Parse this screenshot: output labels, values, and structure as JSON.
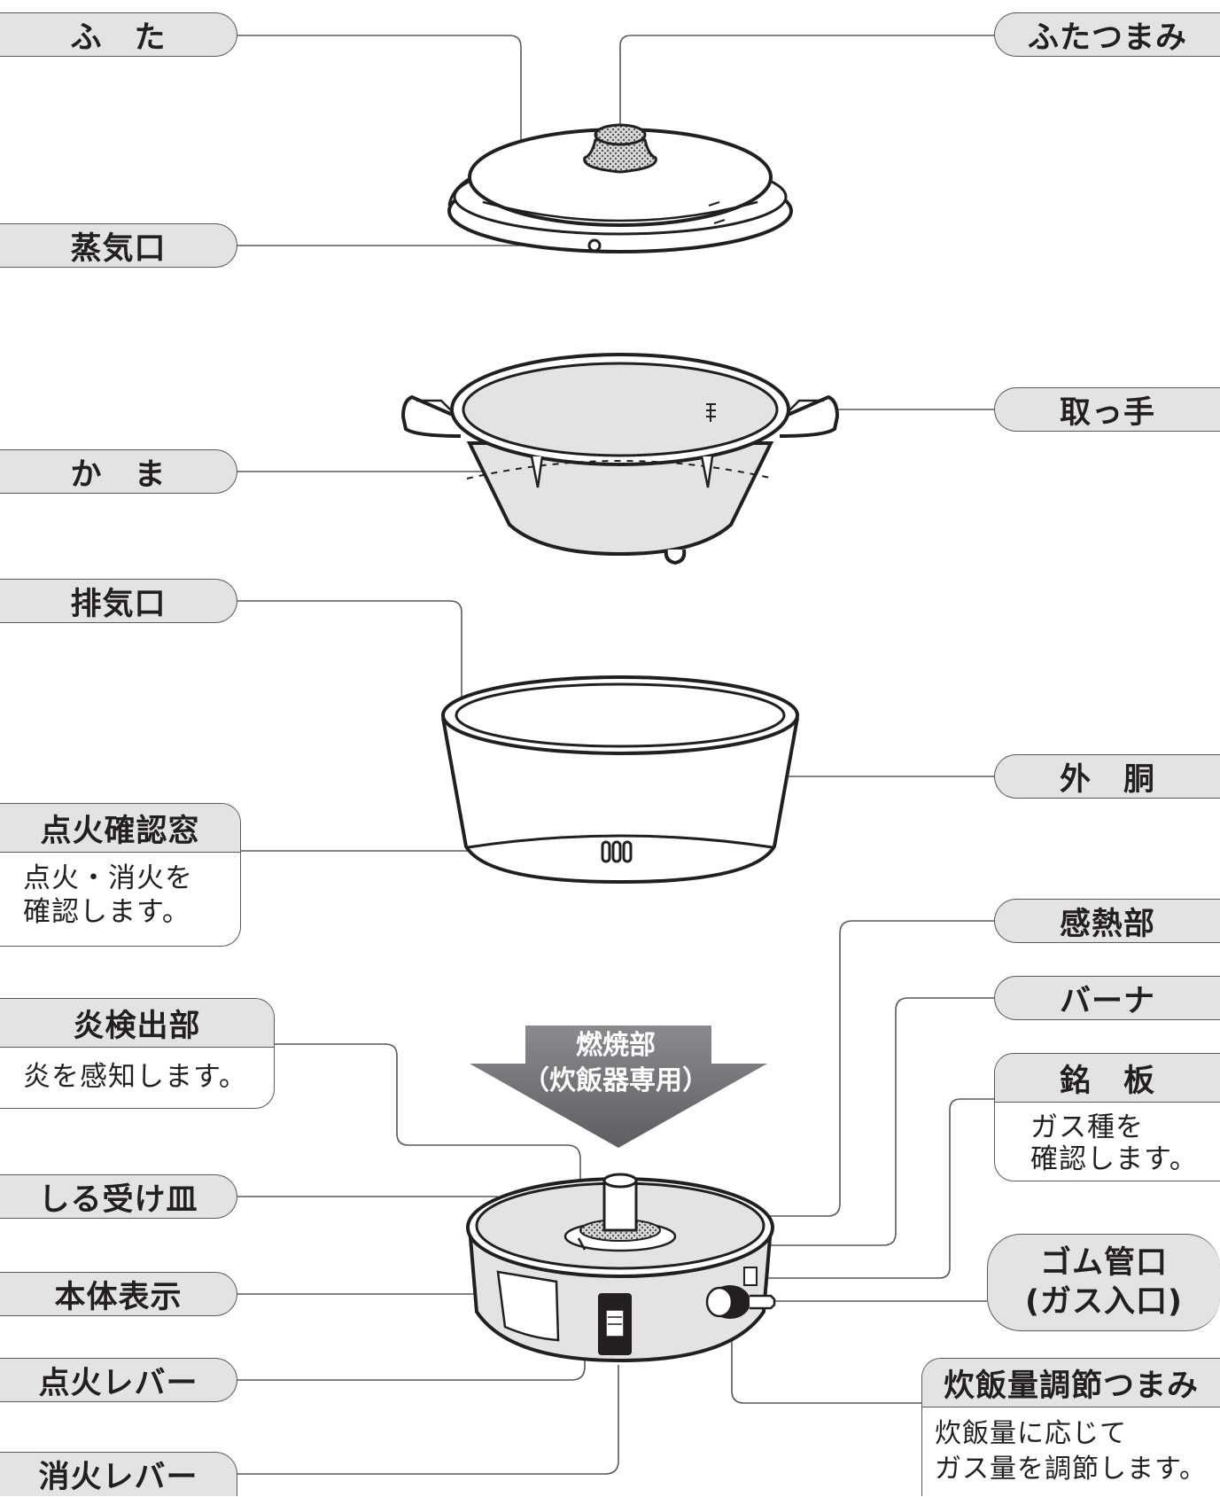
{
  "labels": {
    "futa": "ふ　た",
    "futatsumami": "ふたつまみ",
    "joukiguchi": "蒸気口",
    "totte": "取っ手",
    "kama": "か　ま",
    "haikiguchi": "排気口",
    "gaidou": "外　胴",
    "tenka_kakunin_mado": {
      "title": "点火確認窓",
      "desc": [
        "点火・消火を",
        "確認します。"
      ]
    },
    "kannetsubu": "感熱部",
    "burner": "バーナ",
    "honou_kenshutsubu": {
      "title": "炎検出部",
      "desc": [
        "炎を感知します。"
      ]
    },
    "meiban": {
      "title": "銘　板",
      "desc": [
        "ガス種を",
        "確認します。"
      ]
    },
    "shiru_ukezara": "しる受け皿",
    "gomukanguchi": [
      "ゴム管口",
      "(ガス入口)"
    ],
    "hontai_hyouji": "本体表示",
    "tenka_lever": "点火レバー",
    "suihanryou_tsumami": {
      "title": "炊飯量調節つまみ",
      "desc": [
        "炊飯量に応じて",
        "ガス量を調節します。"
      ]
    },
    "shouka_lever": "消火レバー"
  },
  "burner_arrow": [
    "燃焼部",
    "（炊飯器専用）"
  ],
  "colors": {
    "pill_fill": "#e3e3e3",
    "line": "#595959",
    "ink": "#231f20",
    "arrow": "#6d6e71"
  }
}
